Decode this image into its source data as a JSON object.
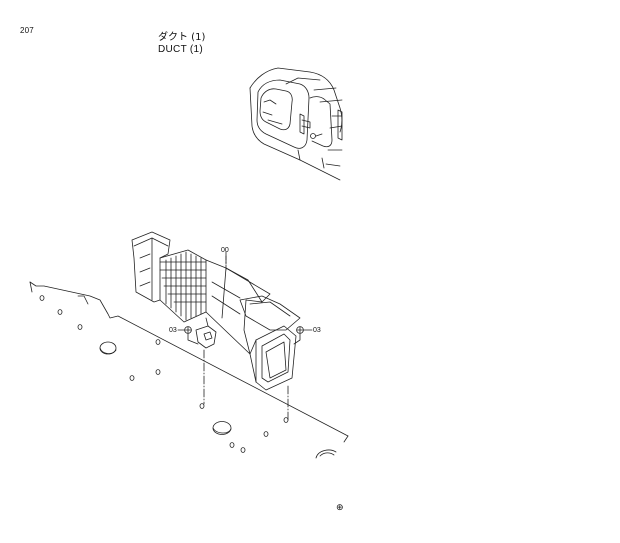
{
  "page_number": "207",
  "title": {
    "japanese": "ダクト (1)",
    "english": "DUCT (1)"
  },
  "callouts": {
    "duct_part": "00",
    "bolt_left": "03",
    "bolt_right": "03"
  },
  "footer_mark": "⊕"
}
